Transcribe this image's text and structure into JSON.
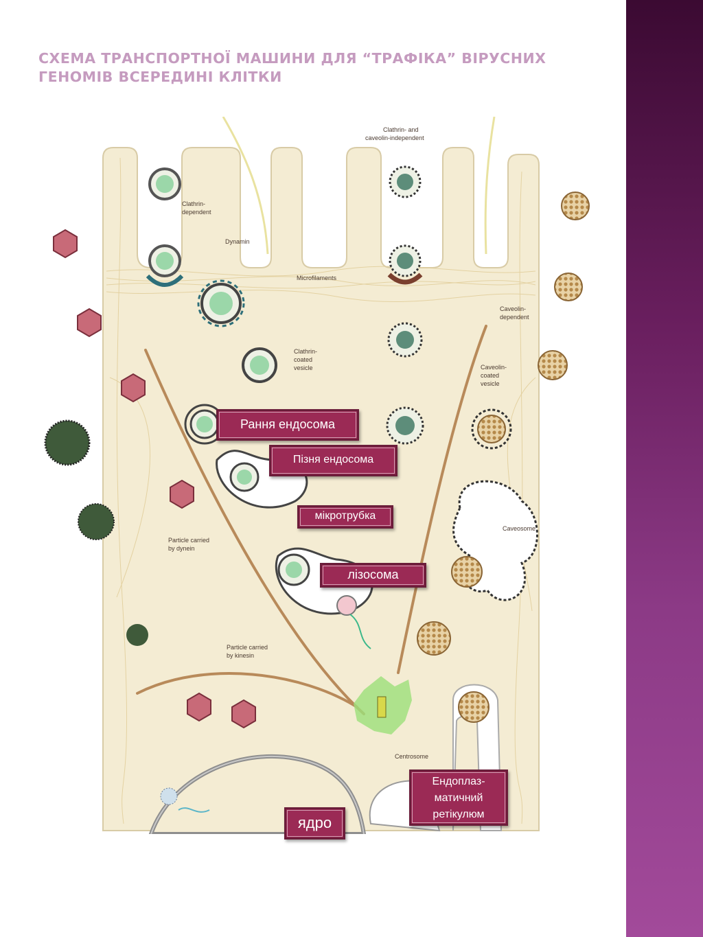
{
  "slide": {
    "title_line1": "Схема транспортної машини для “трафіка” вірусних",
    "title_line2": "геномів всередині клітки"
  },
  "diagram": {
    "text": {
      "clathrin_dependent": [
        "Clathrin-",
        "dependent"
      ],
      "dynamin": "Dynamin",
      "clathrin_caveolin_independent": [
        "Clathrin- and",
        "caveolin-independent"
      ],
      "microfilaments": "Microfilaments",
      "caveolin_dependent": [
        "Caveolin-",
        "dependent"
      ],
      "clathrin_coated_vesicle": [
        "Clathrin-",
        "coated",
        "vesicle"
      ],
      "caveolin_coated_vesicle": [
        "Caveolin-",
        "coated",
        "vesicle"
      ],
      "caveosome": "Caveosome",
      "particle_dynein": [
        "Particle carried",
        "by dynein"
      ],
      "particle_kinesin": [
        "Particle carried",
        "by kinesin"
      ],
      "centrosome": "Centrosome"
    },
    "colors": {
      "cytoplasm": "#f4ecd3",
      "membrane": "#d8cba6",
      "microtubule": "#b88a5a",
      "virus_pink": "#c86a78",
      "virus_gold": "#b5894a",
      "label_fill": "#9b2a55"
    }
  },
  "labels": {
    "early_endosome": "Рання ендосома",
    "late_endosome": "Пізня ендосома",
    "microtubule": "мікротрубка",
    "lysosome": "лізосома",
    "er_line1": "Ендоплаз-",
    "er_line2": "матичний",
    "er_line3": "ретікулюм",
    "nucleus": "ядро"
  }
}
